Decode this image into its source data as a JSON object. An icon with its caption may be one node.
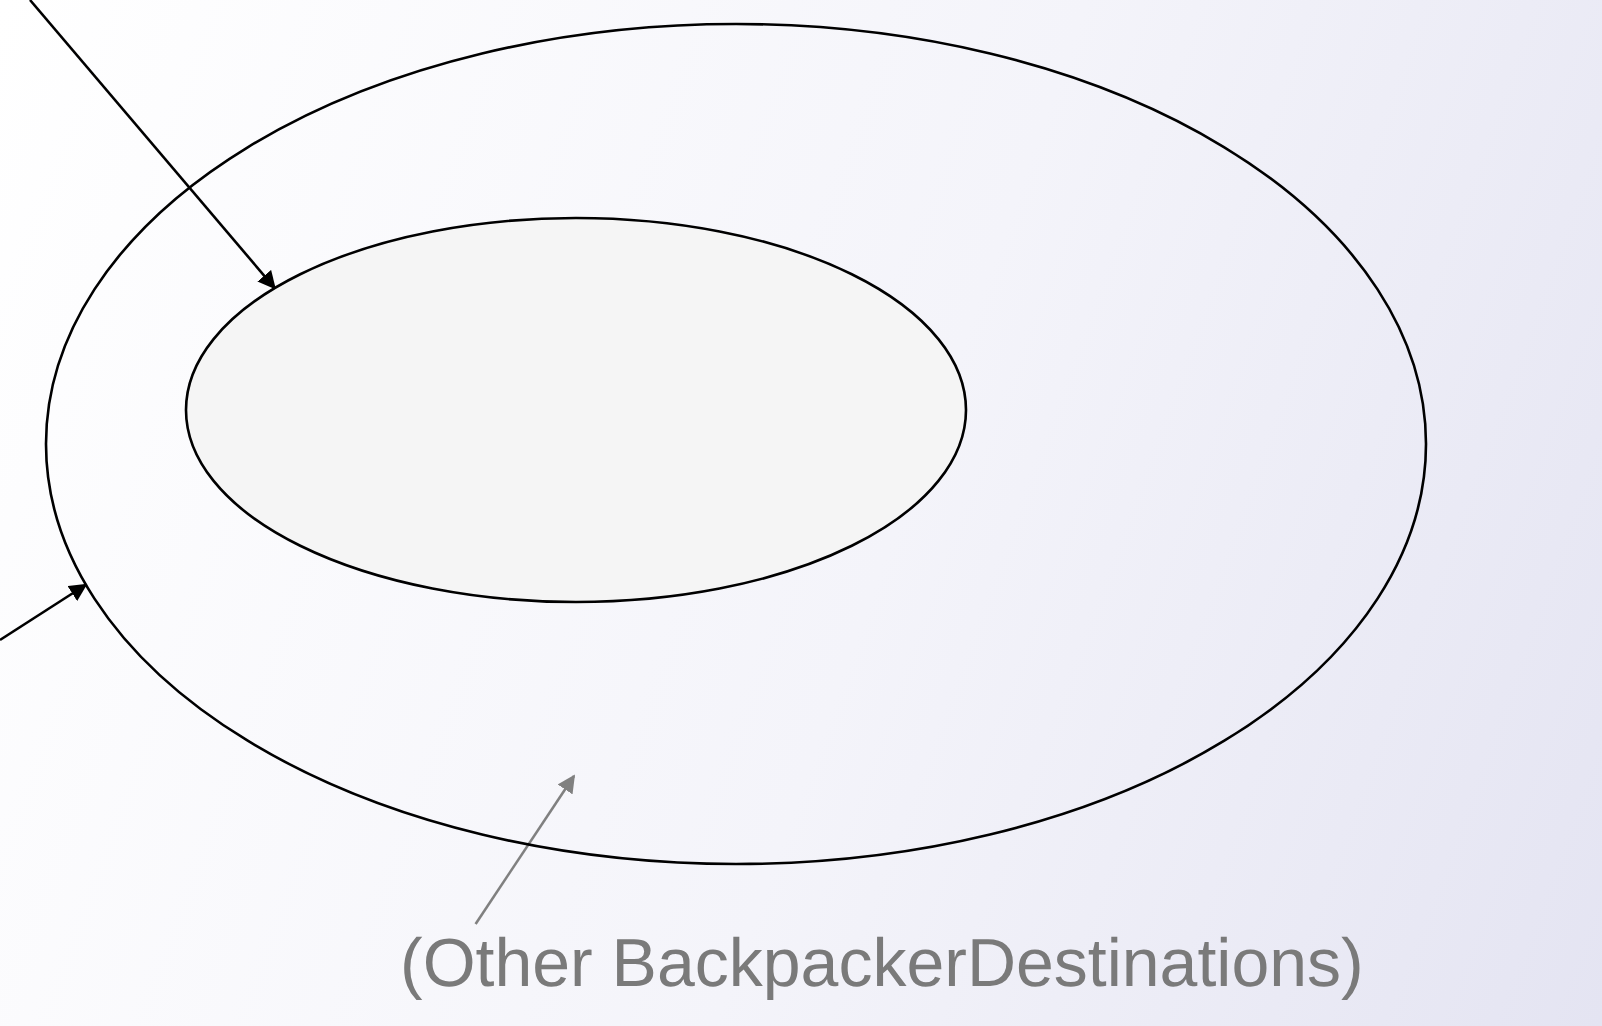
{
  "diagram": {
    "nodes": [
      {
        "text": [],
        "shape": "circle"
      },
      {
        "text": [],
        "shape": "circle",
        "in": 0
      },
      {
        "text": [
          "(Other BackpackerDestinations)"
        ]
      }
    ],
    "edges": [
      {
        "from": null,
        "to": 1,
        "arrow": "to"
      },
      {
        "from": null,
        "to": 0,
        "arrow": "to"
      },
      {
        "from": 2,
        "to": 0,
        "arrow": "to",
        "color": "#808080"
      }
    ]
  }
}
